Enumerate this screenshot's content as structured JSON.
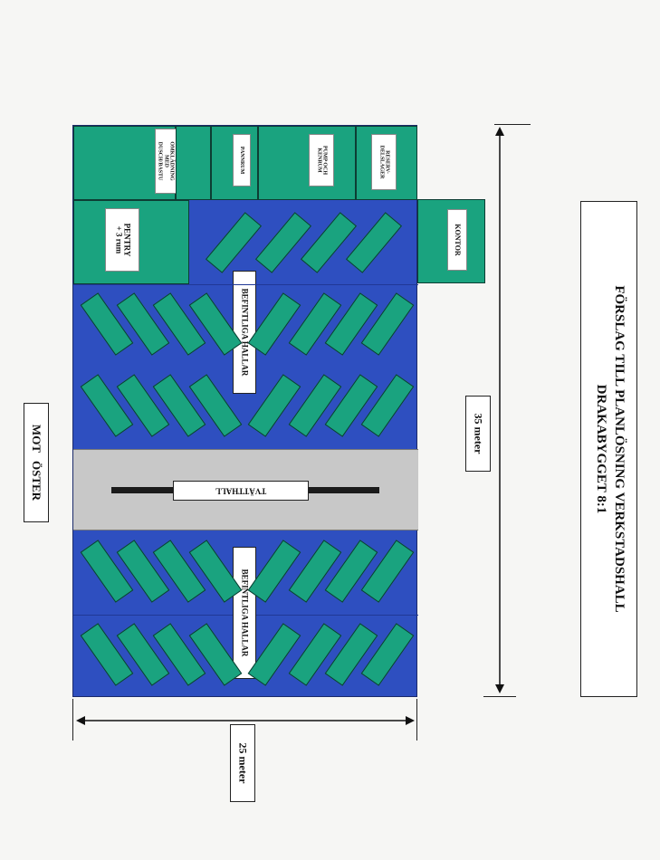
{
  "title": {
    "line1": "FÖRSLAG TILL PLANLÖSNING VERKSTADSHALL",
    "line2": "DRAKABYGGET 8:1"
  },
  "orientation_label": "MOT ÖSTER",
  "dimensions": {
    "length_label": "35 meter",
    "width_label": "25 meter"
  },
  "rooms": {
    "omklaedning": "OMKLÄDNING\nMED\nDUSCH/BASTU",
    "pannrum": "PANNRUM",
    "pump": "PUMP OCH\nKENRUM",
    "reserv": "RESERV-\nDELSLAGER",
    "pentry": "PENTRY\n+ 3 rum",
    "kontor": "KONTOR"
  },
  "halls": {
    "upper": "BEFINTLIGA HALLAR",
    "lower": "BEFINTLIGA HALLAR",
    "wash": "TVÄTTHALL"
  },
  "colors": {
    "hall_blue": "#2e4fc0",
    "room_green": "#1aa37f",
    "wash_gray": "#c8c8c8",
    "dark": "#111111"
  },
  "icons": [
    "dimension-arrow-icon"
  ]
}
